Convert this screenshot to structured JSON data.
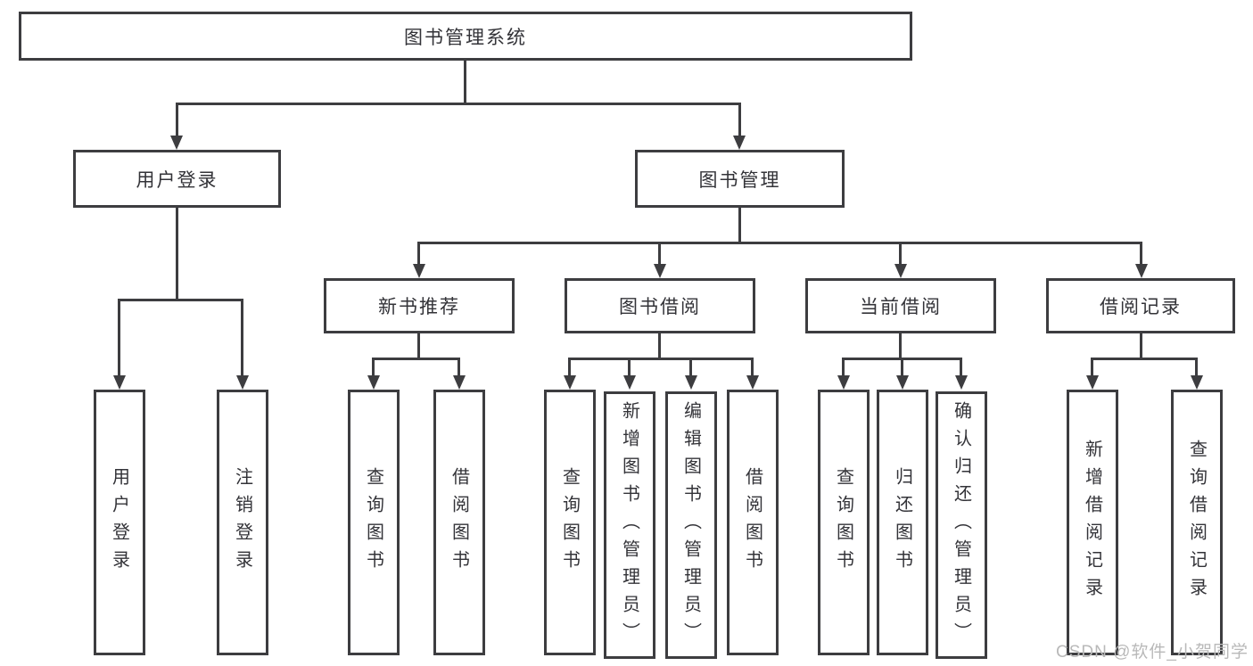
{
  "diagram": {
    "root": "图书管理系统",
    "level2": {
      "user_login": "用户登录",
      "book_mgmt": "图书管理"
    },
    "level3": {
      "new_books": "新书推荐",
      "book_borrow": "图书借阅",
      "current_borrow": "当前借阅",
      "borrow_records": "借阅记录"
    },
    "leaves": {
      "user_login": [
        "用户登录",
        "注销登录"
      ],
      "new_books": [
        "查询图书",
        "借阅图书"
      ],
      "book_borrow": [
        "查询图书",
        "新增图书（管理员）",
        "编辑图书（管理员）",
        "借阅图书"
      ],
      "current_borrow": [
        "查询图书",
        "归还图书",
        "确认归还（管理员）"
      ],
      "borrow_records": [
        "新增借阅记录",
        "查询借阅记录"
      ]
    }
  },
  "watermark": "CSDN @软件_小贺同学",
  "colors": {
    "line": "#3d3d40",
    "text": "#333338",
    "watermark": "#b9b9b9",
    "bg": "#ffffff"
  }
}
